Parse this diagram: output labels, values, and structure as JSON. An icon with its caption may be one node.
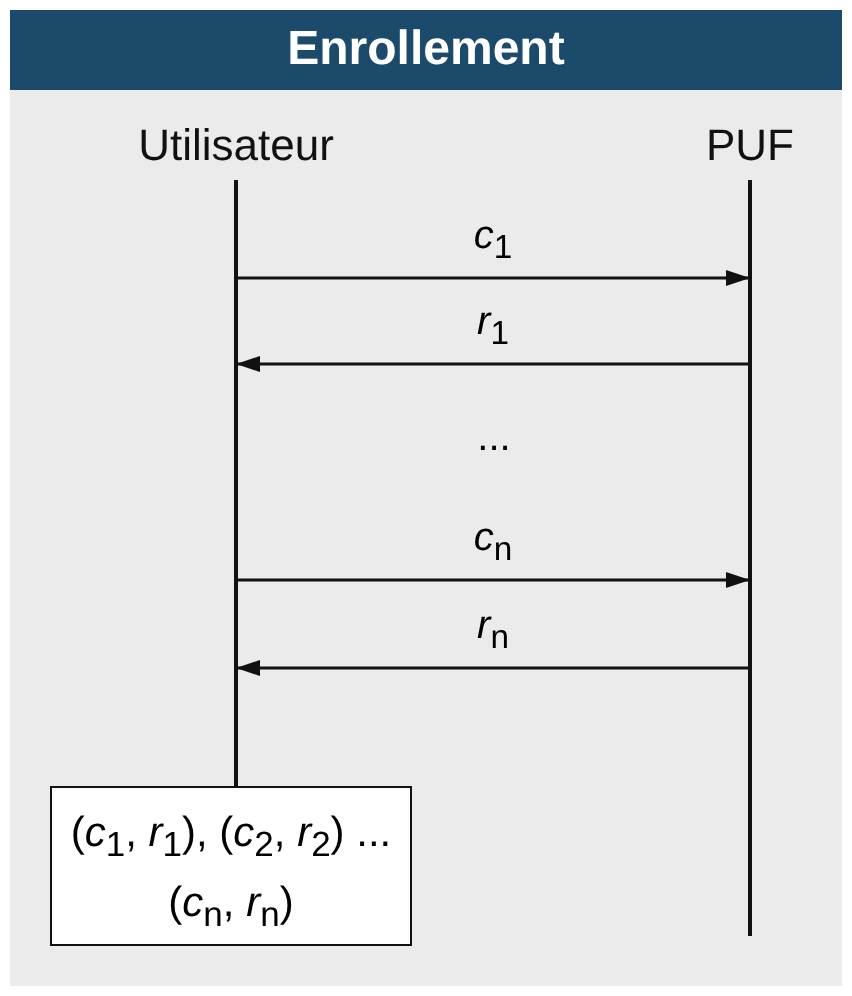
{
  "diagram": {
    "title": "Enrollement",
    "nodes": [
      {
        "text": [
          "Utilisateur"
        ]
      },
      {
        "text": [
          "PUF"
        ]
      },
      {
        "text": [],
        "shape": "bar"
      },
      {
        "text": [],
        "shape": "bar"
      },
      {
        "text": [
          "(*c*$_{1}$, *r*$_{1}$), (*c*$_{2}$, *r*$_{2}$) ... (*c*$_{n}$, *r*$_{n}$)"
        ]
      }
    ],
    "edges": [
      {
        "from": 2,
        "to": 3,
        "arrow": "to",
        "label": "*c*$_{1}$"
      },
      {
        "from": 3,
        "to": 2,
        "arrow": "to",
        "label": "*r*$_{1}$"
      },
      {
        "from": 2,
        "to": 3,
        "arrow": "to",
        "label": "*c*$_{n}$"
      },
      {
        "from": 3,
        "to": 2,
        "arrow": "to",
        "label": "*r*$_{n}$"
      }
    ],
    "labels": [
      "..."
    ]
  }
}
